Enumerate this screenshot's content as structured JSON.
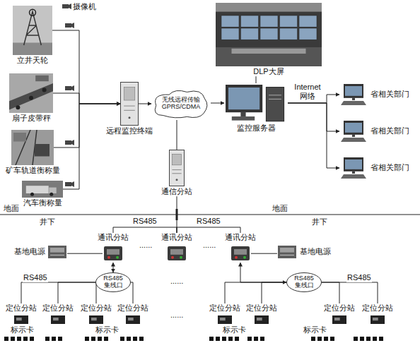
{
  "diagram": {
    "nodes": [
      {
        "text": [
          "立井天轮"
        ]
      },
      {
        "text": [
          "扇子皮带秤"
        ]
      },
      {
        "text": [
          "矿车轨道衡称量"
        ]
      },
      {
        "text": [
          "汽车衡称量"
        ]
      },
      {
        "text": [
          "远程监控终端"
        ]
      },
      {
        "text": [
          "无线远程传输 GPRS/CDMA"
        ]
      },
      {
        "text": [
          "DLP大屏"
        ]
      },
      {
        "text": [
          "监控服务器"
        ]
      },
      {
        "text": [
          "省相关部门"
        ]
      },
      {
        "text": [
          "省相关部门"
        ]
      },
      {
        "text": [
          "省相关部门"
        ]
      },
      {
        "text": [
          "通信分站"
        ]
      },
      {
        "text": [
          "通讯分站"
        ]
      },
      {
        "text": [
          "通讯分站"
        ]
      },
      {
        "text": [
          "通讯分站"
        ]
      },
      {
        "text": [
          "基地电源"
        ]
      },
      {
        "text": [
          "基地电源"
        ]
      },
      {
        "text": [
          "RS485 集线口"
        ]
      },
      {
        "text": [
          "RS485 集线口"
        ]
      },
      {
        "text": [
          "定位分站"
        ]
      },
      {
        "text": [
          "定位分站"
        ]
      },
      {
        "text": [
          "定位分站"
        ]
      },
      {
        "text": [
          "定位分站"
        ]
      },
      {
        "text": [
          "定位分站"
        ]
      },
      {
        "text": [
          "定位分站"
        ]
      },
      {
        "text": [
          "定位分站"
        ]
      },
      {
        "text": [
          "定位分站"
        ]
      }
    ],
    "edges": [
      {
        "from": 0,
        "to": 4,
        "arrow": "to"
      },
      {
        "from": 1,
        "to": 4,
        "arrow": "to"
      },
      {
        "from": 2,
        "to": 4,
        "arrow": "to"
      },
      {
        "from": 3,
        "to": 4,
        "arrow": "to"
      },
      {
        "from": 4,
        "to": 5,
        "arrow": "to"
      },
      {
        "from": 5,
        "to": 7,
        "arrow": "to"
      },
      {
        "from": 7,
        "to": 6,
        "arrow": "none"
      },
      {
        "from": 5,
        "to": 11,
        "arrow": "none"
      },
      {
        "from": 7,
        "to": 8,
        "arrow": "to"
      },
      {
        "from": 7,
        "to": 9,
        "label": "Internet 网络",
        "arrow": "to"
      },
      {
        "from": 7,
        "to": 10,
        "arrow": "to"
      },
      {
        "from": 11,
        "to": 13,
        "arrow": "none"
      },
      {
        "from": 12,
        "to": 13,
        "label": "RS485",
        "arrow": "none"
      },
      {
        "from": 13,
        "to": 14,
        "label": "RS485",
        "arrow": "none"
      },
      {
        "from": 15,
        "to": 12,
        "arrow": "none"
      },
      {
        "from": 16,
        "to": 14,
        "arrow": "none"
      },
      {
        "from": 12,
        "to": 17,
        "arrow": "both"
      },
      {
        "from": 17,
        "to": 19,
        "label": "RS485",
        "arrow": "none"
      },
      {
        "from": 17,
        "to": 20,
        "arrow": "none"
      },
      {
        "from": 17,
        "to": 21,
        "arrow": "none"
      },
      {
        "from": 17,
        "to": 22,
        "arrow": "none"
      },
      {
        "from": 14,
        "to": 18,
        "arrow": "both"
      },
      {
        "from": 18,
        "to": 23,
        "arrow": "none"
      },
      {
        "from": 18,
        "to": 24,
        "arrow": "none"
      },
      {
        "from": 18,
        "to": 25,
        "arrow": "none"
      },
      {
        "from": 18,
        "to": 26,
        "label": "RS485",
        "arrow": "none"
      }
    ],
    "labels": [
      "摄像机",
      "地面",
      "井下",
      "地面",
      "井下",
      "标示卡",
      "标示卡",
      "标示卡",
      "标示卡",
      "......",
      "......",
      "......",
      "......"
    ]
  }
}
